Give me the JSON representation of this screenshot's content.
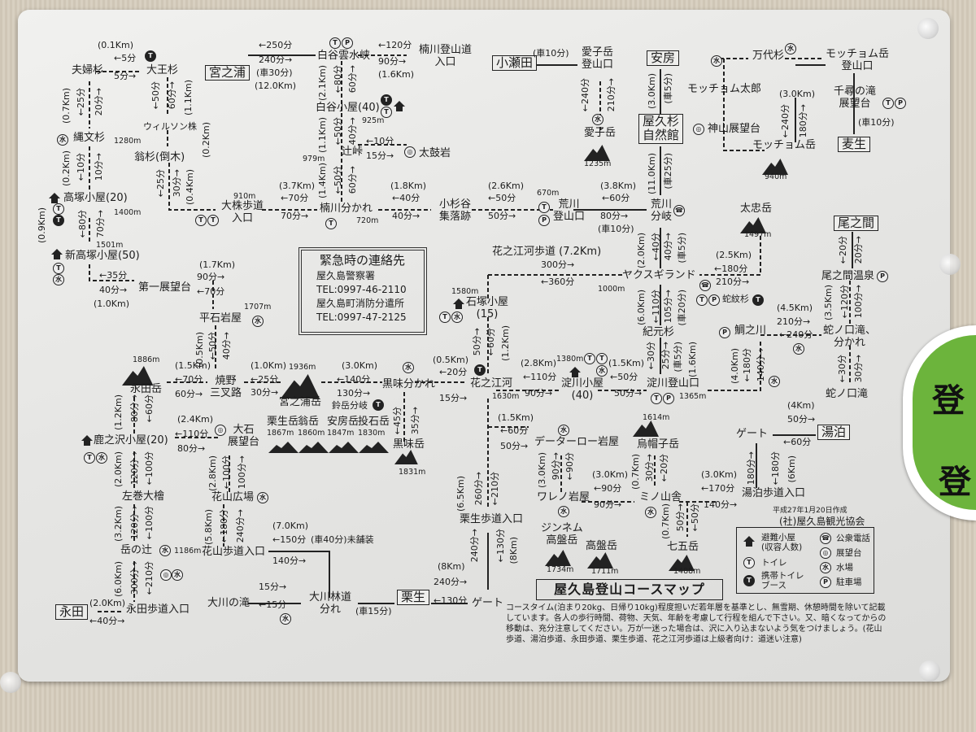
{
  "title": "屋久島登山コースマップ",
  "date": "平成27年1月20日作成",
  "organization": "(社)屋久島観光協会",
  "notes": "コースタイム(泊まり20kg、日帰り10kg)程度担いだ若年層を基準とし、無雪期、休憩時間を除いて記載しています。各人の歩行時間、荷物、天気、年齢を考慮して行程を組んで下さい。又、暗くなってからの移動は、充分注意してください。万が一迷った場合は、沢に入り込まないよう気をつけましょう。(花山歩道、湯泊歩道、永田歩道、栗生歩道、花之江河歩道は上級者向け：道迷い注意)",
  "emergency": {
    "heading": "緊急時の連絡先",
    "police_name": "屋久島警察署",
    "police_tel": "TEL:0997-46-2110",
    "fire_name": "屋久島町消防分遣所",
    "fire_tel": "TEL:0997-47-2125"
  },
  "legend": {
    "hut": "避難小屋\n(収容人数)",
    "toilet": "トイレ",
    "portable_toilet": "携帯トイレ\nブース",
    "phone": "公衆電話",
    "viewpoint": "展望台",
    "water": "水場",
    "parking": "駐車場"
  },
  "icon_glyphs": {
    "toilet": "T",
    "parking": "P",
    "water": "水",
    "viewpoint": "◎",
    "phone": "☎"
  },
  "sticker": {
    "text1": "登",
    "text2": "登"
  },
  "places": [
    {
      "name": "夫婦杉"
    },
    {
      "name": "大王杉"
    },
    {
      "name": "宮之浦"
    },
    {
      "name": "白谷雲水峡"
    },
    {
      "name": "楠川登山道\n入口"
    },
    {
      "name": "小瀬田"
    },
    {
      "name": "愛子岳\n登山口"
    },
    {
      "name": "安房"
    },
    {
      "name": "屋久杉\n自然館"
    },
    {
      "name": "万代杉"
    },
    {
      "name": "モッチョム岳\n登山口"
    },
    {
      "name": "モッチョム太郎"
    },
    {
      "name": "千尋の滝\n展望台"
    },
    {
      "name": "神山展望台"
    },
    {
      "name": "麦生"
    },
    {
      "name": "モッチョム岳",
      "elev": "940m"
    },
    {
      "name": "縄文杉",
      "elev": "1280m"
    },
    {
      "name": "ウィルソン株"
    },
    {
      "name": "翁杉(倒木)"
    },
    {
      "name": "白谷小屋(40)",
      "elev": "925m"
    },
    {
      "name": "辻峠",
      "elev": "979m"
    },
    {
      "name": "太鼓岩"
    },
    {
      "name": "愛子岳",
      "elev": "1235m"
    },
    {
      "name": "高塚小屋(20)",
      "elev": "1400m"
    },
    {
      "name": "大株歩道\n入口",
      "elev": "910m"
    },
    {
      "name": "楠川分かれ",
      "elev": "720m"
    },
    {
      "name": "小杉谷\n集落跡"
    },
    {
      "name": "荒川\n登山口",
      "elev": "670m"
    },
    {
      "name": "荒川\n分岐"
    },
    {
      "name": "太忠岳",
      "elev": "1497m"
    },
    {
      "name": "尾之間"
    },
    {
      "name": "新高塚小屋(50)",
      "elev": "1501m"
    },
    {
      "name": "第一展望台"
    },
    {
      "name": "花之江河歩道 (7.2Km)"
    },
    {
      "name": "ヤクスギランド",
      "elev": "1000m"
    },
    {
      "name": "尾之間温泉"
    },
    {
      "name": "蛇紋杉"
    },
    {
      "name": "平石岩屋",
      "elev": "1707m"
    },
    {
      "name": "石塚小屋\n(15)",
      "elev": "1580m"
    },
    {
      "name": "紀元杉"
    },
    {
      "name": "鯛之川"
    },
    {
      "name": "蛇ノ口滝、\n分かれ"
    },
    {
      "name": "永田岳",
      "elev": "1886m"
    },
    {
      "name": "焼野\n三叉路"
    },
    {
      "name": "宮之浦岳",
      "elev": "1936m"
    },
    {
      "name": "黒味分かれ"
    },
    {
      "name": "花之江河",
      "elev": "1630m"
    },
    {
      "name": "淀川小屋\n(40)",
      "elev": "1380m"
    },
    {
      "name": "淀川登山口",
      "elev": "1365m"
    },
    {
      "name": "蛇ノ口滝"
    },
    {
      "name": "鈴岳分岐"
    },
    {
      "name": "栗生岳",
      "elev": "1867m"
    },
    {
      "name": "翁岳",
      "elev": "1860m"
    },
    {
      "name": "安房岳",
      "elev": "1847m"
    },
    {
      "name": "投石岳",
      "elev": "1830m"
    },
    {
      "name": "大石\n展望台"
    },
    {
      "name": "鹿之沢小屋(20)"
    },
    {
      "name": "黒味岳",
      "elev": "1831m"
    },
    {
      "name": "データーロー岩屋"
    },
    {
      "name": "烏帽子岳",
      "elev": "1614m"
    },
    {
      "name": "ゲート"
    },
    {
      "name": "湯泊"
    },
    {
      "name": "左巻大檜"
    },
    {
      "name": "花山広場"
    },
    {
      "name": "栗生歩道入口"
    },
    {
      "name": "ワレノ岩屋"
    },
    {
      "name": "ミノ山舎"
    },
    {
      "name": "湯泊歩道入口"
    },
    {
      "name": "岳の辻",
      "elev": "1186m"
    },
    {
      "name": "花山歩道入口"
    },
    {
      "name": "ジンネム\n高盤岳",
      "elev": "1734m"
    },
    {
      "name": "高盤岳",
      "elev": "1711m"
    },
    {
      "name": "七五岳",
      "elev": "1488m"
    },
    {
      "name": "大川の滝"
    },
    {
      "name": "大川林道\n分れ"
    },
    {
      "name": "栗生"
    },
    {
      "name": "ゲート"
    },
    {
      "name": "永田"
    },
    {
      "name": "永田歩道入口"
    }
  ],
  "edges": [
    "(0.1Km)",
    "←5分",
    "5分→",
    "(0.7Km)",
    "←25分",
    "20分→",
    "←50分",
    "60分→",
    "(1.1Km)",
    "(0.2Km)",
    "(0.2Km)",
    "←10分",
    "10分→",
    "←25分",
    "30分→",
    "(0.4Km)",
    "←250分",
    "240分→",
    "(車30分)",
    "(12.0Km)",
    "←120分",
    "90分→",
    "(1.6Km)",
    "(2.1Km)",
    "←80分",
    "60分→",
    "(1.1Km)",
    "←50分",
    "40分→",
    "←10分",
    "15分→",
    "(1.4Km)",
    "←50分",
    "60分→",
    "(1.8Km)",
    "←40分",
    "40分→",
    "(2.6Km)",
    "←50分",
    "50分→",
    "(3.8Km)",
    "←60分",
    "80分→",
    "(車10分)",
    "(3.7Km)",
    "←70分",
    "70分→",
    "(車10分)",
    "←240分",
    "210分→",
    "(3.0Km)",
    "(車5分)",
    "(11.0Km)",
    "(車25分)",
    "(3.0Km)",
    "←240分",
    "180分→",
    "(車10分)",
    "(0.9Km)",
    "←80分",
    "70分→",
    "←35分",
    "40分→",
    "(1.0Km)",
    "(1.7Km)",
    "90分→",
    "←70分",
    "(0.5Km)",
    "←50分",
    "40分→",
    "(1.5Km)",
    "←70分",
    "60分→",
    "(1.0Km)",
    "←25分",
    "30分→",
    "(3.0Km)",
    "←140分",
    "130分→",
    "(0.5Km)",
    "←20分",
    "15分→",
    "(1.2Km)",
    "80分→",
    "←60分",
    "(2.4Km)",
    "←110分",
    "80分→",
    "←45分",
    "35分→",
    "(2.0Km)",
    "120分→",
    "←100分",
    "(2.8Km)",
    "←100分",
    "100分→",
    "(3.2Km)",
    "120分→",
    "←100分",
    "(5.8Km)",
    "←180分",
    "240分→",
    "(6.0Km)",
    "300分→",
    "←210分",
    "(7.0Km)",
    "←150分",
    "(車40分)未舗装",
    "140分→",
    "15分→",
    "←15分",
    "(車15分)",
    "(8Km)",
    "240分→",
    "←130分",
    "(2.0Km)",
    "←40分→",
    "240分→",
    "←130分",
    "(8Km)",
    "300分→",
    "←360分",
    "50分→",
    "←60分",
    "(1.2Km)",
    "(2.8Km)",
    "←110分",
    "90分→",
    "(1.5Km)",
    "←50分",
    "50分→",
    "(2.0Km)",
    "←40分",
    "40分→",
    "(車5分)",
    "(6.0Km)",
    "←110分",
    "105分→",
    "(車20分)",
    "←30分",
    "25分→",
    "(車5分)",
    "(1.6Km)",
    "(2.5Km)",
    "←180分",
    "210分→",
    "(4.5Km)",
    "210分→",
    "←240分",
    "(3.5Km)",
    "←120分",
    "100分→",
    "←20分",
    "20分→",
    "(4.0Km)",
    "←180分",
    "140分→",
    "←30分",
    "30分→",
    "(1.5Km)",
    "←60分",
    "50分→",
    "(6.5Km)",
    "260分→",
    "←210分",
    "(3.0Km)",
    "90分→",
    "←90分",
    "(3.0Km)",
    "←90分",
    "90分→",
    "(0.7Km)",
    "30分→",
    "←20分",
    "(0.7Km)",
    "50分→",
    "←50分",
    "(3.0Km)",
    "←170分",
    "140分→",
    "(4Km)",
    "50分→",
    "←60分",
    "180分→",
    "←180分",
    "(6Km)"
  ]
}
